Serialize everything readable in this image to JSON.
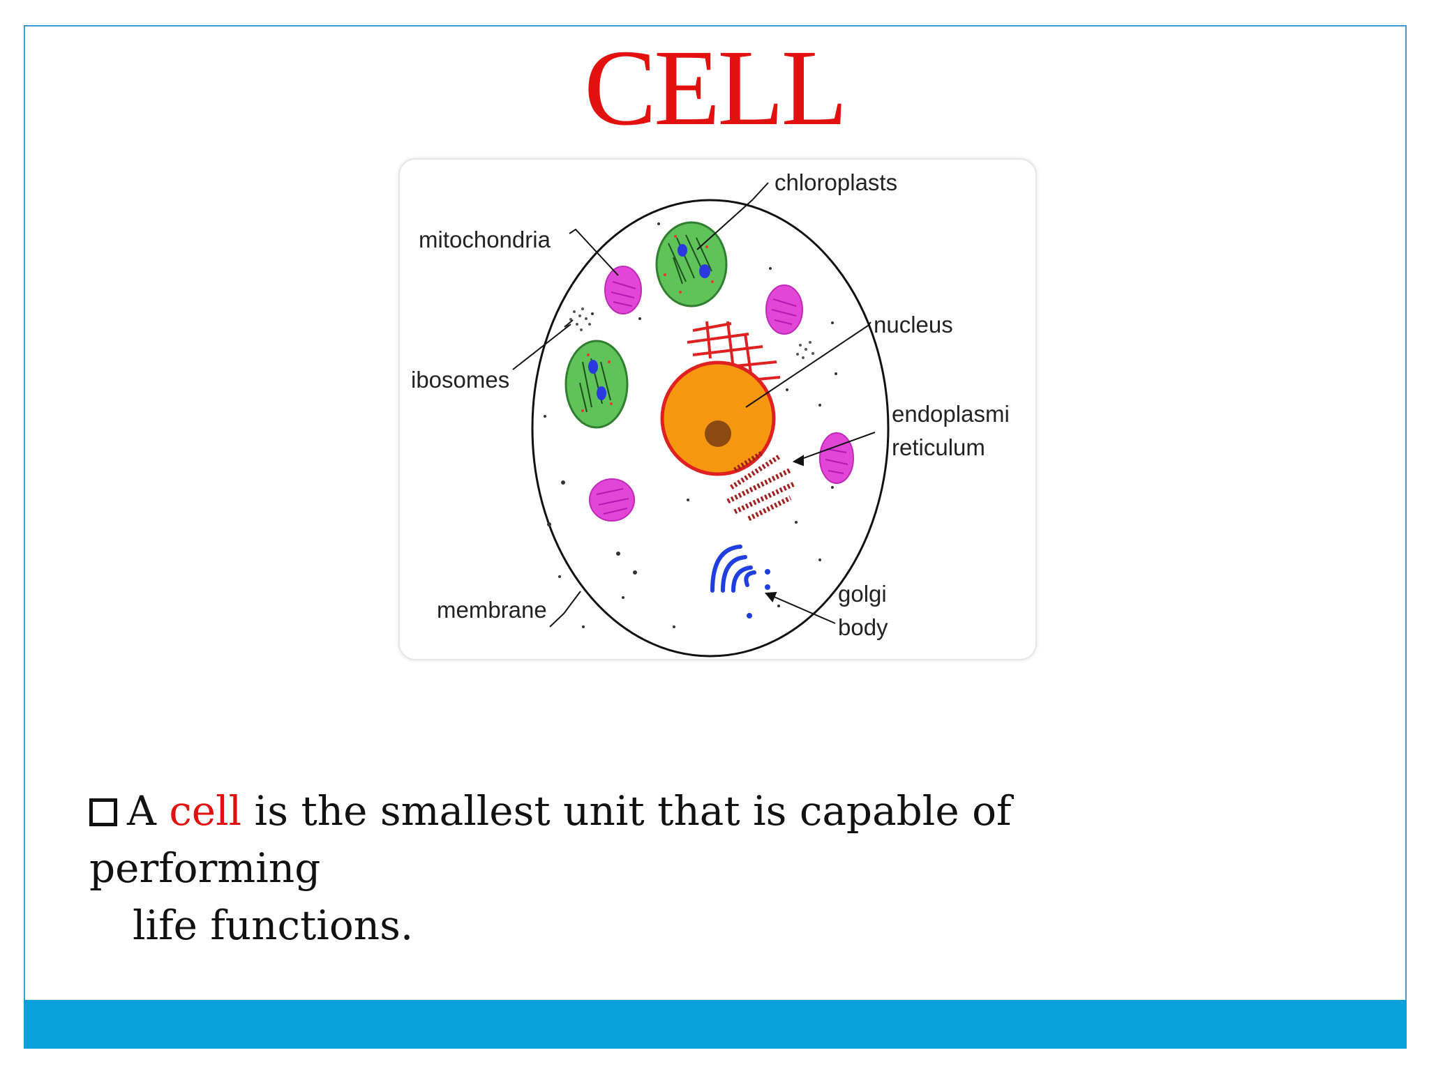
{
  "slide": {
    "title": "CELL",
    "sentence": {
      "part1": "A ",
      "highlight": "cell",
      "part2": " is the smallest unit that is capable  of performing",
      "line2": "life functions."
    }
  },
  "diagram": {
    "labels": {
      "chloroplasts": "chloroplasts",
      "mitochondria": "mitochondria",
      "ribosomes": "ibosomes",
      "nucleus": "nucleus",
      "er_line1": "endoplasmi",
      "er_line2": "reticulum",
      "membrane": "membrane",
      "golgi_line1": "golgi",
      "golgi_line2": "body"
    }
  },
  "colors": {
    "title": "#e31010",
    "frame": "#3a9ad0",
    "footer": "#0aa0da",
    "nucleus": "#f7960f",
    "nucleus_border": "#e02020",
    "chloroplast": "#5fc35a",
    "mitochondria": "#e246d6",
    "golgi": "#1f3fe0"
  }
}
